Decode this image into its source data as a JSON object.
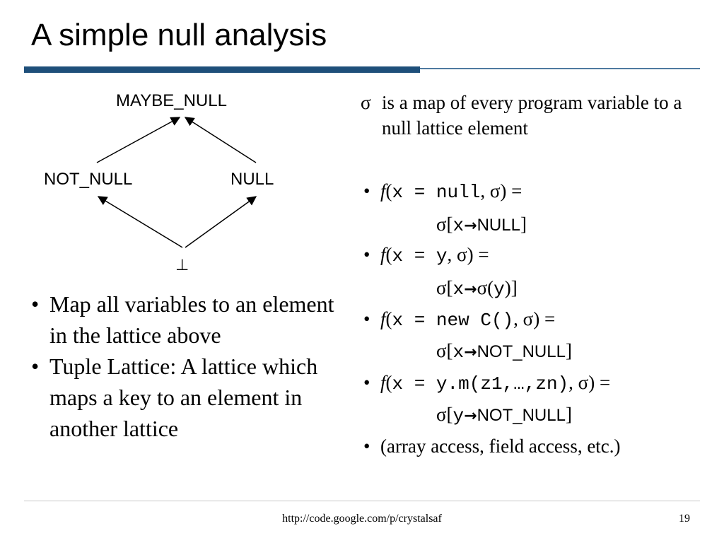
{
  "slide": {
    "title": "A simple null analysis",
    "lattice": {
      "top": "MAYBE_NULL",
      "left": "NOT_NULL",
      "right": "NULL",
      "bottom": "⊥"
    },
    "left_bullets": [
      "Map all variables to an element in the lattice above",
      "Tuple Lattice: A lattice which maps a key to an element in another lattice"
    ],
    "intro": {
      "symbol": "σ",
      "text": "is a map of every program variable to a null lattice element"
    },
    "rules": [
      {
        "f": "f",
        "open": "(",
        "code": "x = null",
        "tail": ", σ) =",
        "res_sigma": "σ[",
        "res_var": "x",
        "res_arrow": "→",
        "res_val": "NULL",
        "res_close": "]"
      },
      {
        "f": "f",
        "open": "(",
        "code": "x = y",
        "tail": ", σ) =",
        "res_sigma": "σ[",
        "res_var": "x",
        "res_arrow": "→",
        "res_val": "σ(",
        "res_val_code": "y",
        "res_close": ")]"
      },
      {
        "f": "f",
        "open": "(",
        "code": "x = new C()",
        "tail": ", σ) =",
        "res_sigma": "σ[",
        "res_var": "x",
        "res_arrow": "→",
        "res_val": "NOT_NULL",
        "res_close": "]"
      },
      {
        "f": "f",
        "open": "(",
        "code": "x = y.m(z1,…,zn)",
        "tail": ", σ) =",
        "res_sigma": "σ[",
        "res_var": "y",
        "res_arrow": "→",
        "res_val": "NOT_NULL",
        "res_close": "]"
      }
    ],
    "last_bullet": "(array access, field access, etc.)",
    "footer_url": "http://code.google.com/p/crystalsaf",
    "page_number": "19",
    "bullet_char": "•"
  },
  "colors": {
    "title_rule": "#1e4f7a",
    "thin_rule": "#4f7aa0"
  }
}
